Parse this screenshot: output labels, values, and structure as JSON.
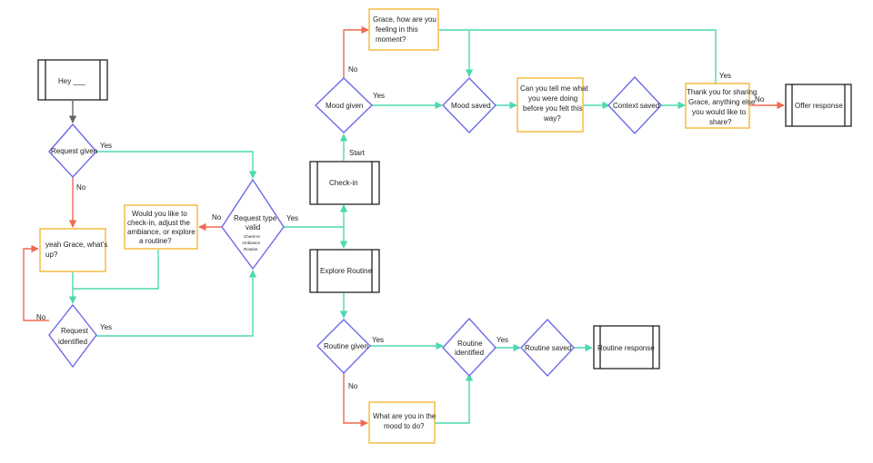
{
  "colors": {
    "yes_edge": "#4dd9b0",
    "no_edge": "#ee6a4f",
    "neutral_edge": "#666666",
    "decision": "#6b6be8",
    "prompt": "#f5b735",
    "terminal": "#111111"
  },
  "nodes": {
    "hey": "Hey ___",
    "request_given": "Request given",
    "yeah_grace": [
      "yeah Grace, what's",
      "up?"
    ],
    "request_identified": [
      "Request",
      "identified"
    ],
    "would_you_like": [
      "Would you like to",
      "check-in, adjust the",
      "ambiance, or explore",
      "a routine?"
    ],
    "request_type_valid": [
      "Request type",
      "valid"
    ],
    "request_type_options": [
      "Check-In",
      "Ambiance",
      "Routine"
    ],
    "check_in": "Check-in",
    "explore_routine": "Explore Routine",
    "mood_given": "Mood given",
    "grace_how": [
      "Grace, how are you",
      "feeling in this",
      "moment?"
    ],
    "mood_saved": "Mood saved",
    "can_you_tell": [
      "Can you tell me what",
      "you were doing",
      "before you felt this",
      "way?"
    ],
    "context_saved": "Context saved",
    "thank_you": [
      "Thank you for sharing",
      "Grace, anything else",
      "you would like to",
      "share?"
    ],
    "offer_response": "Offer response",
    "routine_given": "Routine given",
    "routine_identified": [
      "Routine",
      "identified"
    ],
    "routine_saved": "Routine saved",
    "routine_response": "Routine response",
    "what_are_you": [
      "What are you in the",
      "mood to do?"
    ]
  },
  "edge_labels": {
    "yes": "Yes",
    "no": "No",
    "start": "Start"
  }
}
